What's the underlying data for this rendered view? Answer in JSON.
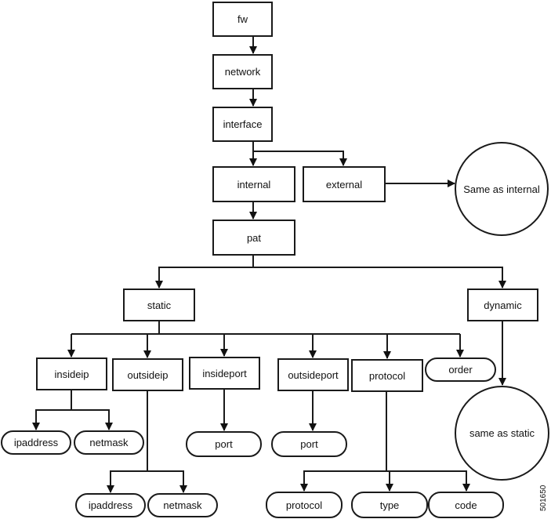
{
  "diagram": {
    "nodes": {
      "fw": "fw",
      "network": "network",
      "interface": "interface",
      "internal": "internal",
      "external": "external",
      "same_as_internal": "Same as internal",
      "pat": "pat",
      "static": "static",
      "dynamic": "dynamic",
      "insideip": "insideip",
      "outsideip": "outsideip",
      "insideport": "insideport",
      "outsideport": "outsideport",
      "protocol": "protocol",
      "order": "order",
      "insideip_ipaddress": "ipaddress",
      "insideip_netmask": "netmask",
      "insideport_port": "port",
      "outsideport_port": "port",
      "same_as_static": "same as static",
      "outsideip_ipaddress": "ipaddress",
      "outsideip_netmask": "netmask",
      "protocol_protocol": "protocol",
      "protocol_type": "type",
      "protocol_code": "code"
    },
    "edges": [
      [
        "fw",
        "network"
      ],
      [
        "network",
        "interface"
      ],
      [
        "interface",
        "internal"
      ],
      [
        "interface",
        "external"
      ],
      [
        "external",
        "same_as_internal"
      ],
      [
        "internal",
        "pat"
      ],
      [
        "pat",
        "static"
      ],
      [
        "pat",
        "dynamic"
      ],
      [
        "static",
        "insideip"
      ],
      [
        "static",
        "outsideip"
      ],
      [
        "static",
        "insideport"
      ],
      [
        "static",
        "outsideport"
      ],
      [
        "static",
        "protocol"
      ],
      [
        "static",
        "order"
      ],
      [
        "dynamic",
        "same_as_static"
      ],
      [
        "insideip",
        "insideip_ipaddress"
      ],
      [
        "insideip",
        "insideip_netmask"
      ],
      [
        "outsideip",
        "outsideip_ipaddress"
      ],
      [
        "outsideip",
        "outsideip_netmask"
      ],
      [
        "insideport",
        "insideport_port"
      ],
      [
        "outsideport",
        "outsideport_port"
      ],
      [
        "protocol",
        "protocol_protocol"
      ],
      [
        "protocol",
        "protocol_type"
      ],
      [
        "protocol",
        "protocol_code"
      ]
    ],
    "figure_id": "501650"
  }
}
